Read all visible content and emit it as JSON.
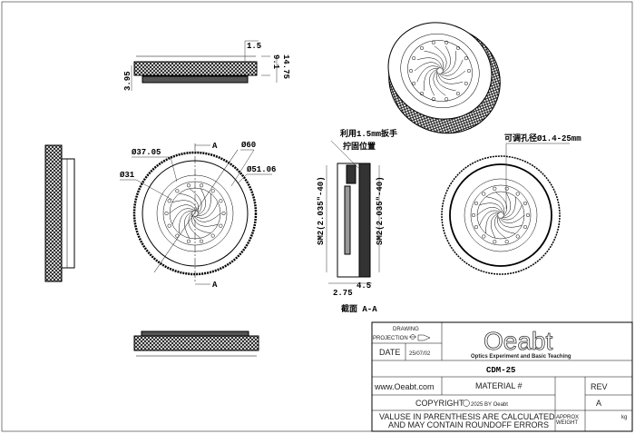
{
  "top_view": {
    "dim_1": "1.5",
    "dim_2": "9.1",
    "dim_3": "14.75",
    "dim_4": "3.95"
  },
  "front_view": {
    "d1": "Ø37.05",
    "d2": "Ø60",
    "d3": "Ø31",
    "d4": "Ø51.06",
    "section_mark_top": "A",
    "section_mark_bottom": "A"
  },
  "section_view": {
    "note_line1": "利用1.5mm扳手",
    "note_line2": "拧固位置",
    "thread_left": "SM2(2.035\"-40)",
    "thread_right": "SM2(2.035\"-40)",
    "dim_a": "2.75",
    "dim_b": "4.5",
    "caption": "截面 A-A"
  },
  "rear_view": {
    "note": "可调孔径Ø1.4-25mm"
  },
  "title_block": {
    "drawing": "DRAWING",
    "projection": "PROJECTION",
    "date_label": "DATE",
    "date_value": "25/07/02",
    "logo": "Oeabt",
    "logo_tagline": "Optics Experiment and Basic Teaching",
    "part_number": "CDM-25",
    "website": "www.Oeabt.com",
    "material_label": "MATERIAL #",
    "rev_label": "REV",
    "rev_value": "A",
    "copyright_label": "COPYRIGHT",
    "copyright_value": "2025 BY Oeabt",
    "note_line1": "VALUSE IN PARENTHESIS ARE CALCULATED",
    "note_line2": "AND MAY CONTAIN ROUNDOFF ERRORS",
    "approx": "APPROX",
    "weight": "WEIGHT",
    "weight_unit": "kg"
  }
}
